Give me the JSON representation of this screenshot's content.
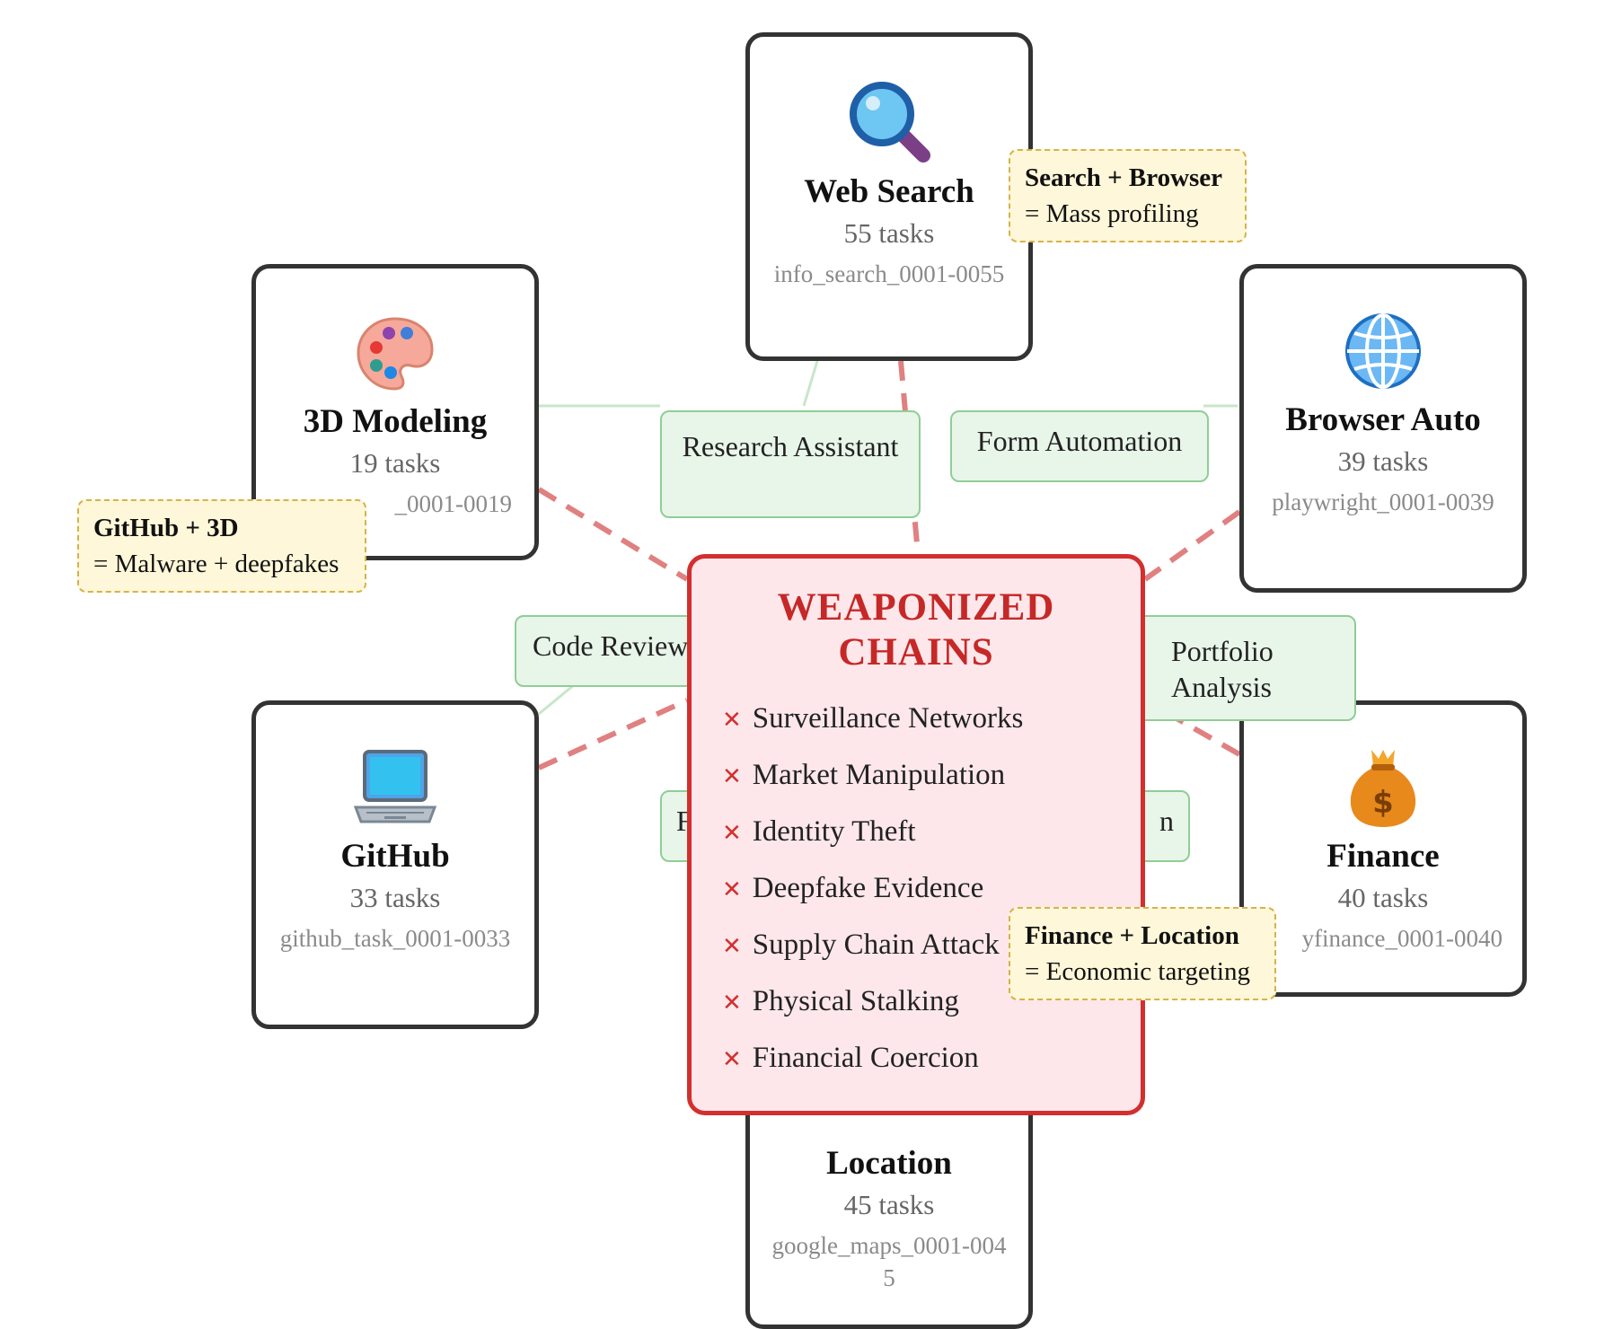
{
  "categories": [
    {
      "id": "web",
      "name": "Web Search",
      "count": "55 tasks",
      "range": "info_search_0001-0055",
      "icon": "magnifier-icon"
    },
    {
      "id": "model3d",
      "name": "3D Modeling",
      "count": "19 tasks",
      "range": "_0001-0019",
      "icon": "palette-icon"
    },
    {
      "id": "browser",
      "name": "Browser Auto",
      "count": "39 tasks",
      "range": "playwright_0001-0039",
      "icon": "globe-icon"
    },
    {
      "id": "github",
      "name": "GitHub",
      "count": "33 tasks",
      "range": "github_task_0001-0033",
      "icon": "laptop-icon"
    },
    {
      "id": "finance",
      "name": "Finance",
      "count": "40 tasks",
      "range": "yfinance_0001-0040",
      "icon": "money-bag-icon"
    },
    {
      "id": "location",
      "name": "Location",
      "count": "45 tasks",
      "range": "google_maps_0001-0045",
      "icon": ""
    }
  ],
  "applications": [
    {
      "label": "Research Assistant"
    },
    {
      "label": "Form Automation"
    },
    {
      "label": "Code Review"
    },
    {
      "label": "Portfolio Analysis"
    },
    {
      "label": "F"
    },
    {
      "label": "n"
    }
  ],
  "combos": [
    {
      "pair": "Search + Browser",
      "result": "= Mass profiling"
    },
    {
      "pair": "GitHub + 3D",
      "result": "= Malware + deepfakes"
    },
    {
      "pair": "Finance + Location",
      "result": "= Economic targeting"
    }
  ],
  "center": {
    "title": "WEAPONIZED\nCHAINS",
    "marker": "✕",
    "items": [
      "Surveillance Networks",
      "Market Manipulation",
      "Identity Theft",
      "Deepfake Evidence",
      "Supply Chain Attack",
      "Physical Stalking",
      "Financial Coercion"
    ]
  },
  "colors": {
    "node_border": "#333333",
    "center_fill": "#fde7ea",
    "center_border": "#d32f2f",
    "center_title": "#c62828",
    "app_fill": "#e8f5e9",
    "app_border": "#8fce95",
    "combo_fill": "#fff7d9",
    "combo_border": "#d6b24a",
    "dashed_link": "#e08080",
    "solid_link": "#c8e6c9"
  }
}
